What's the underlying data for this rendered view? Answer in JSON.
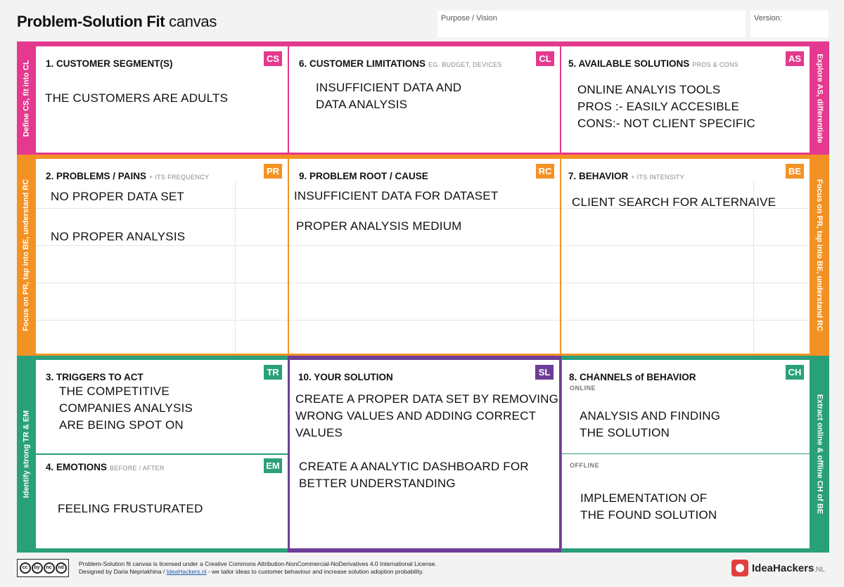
{
  "header": {
    "title_bold": "Problem-Solution Fit",
    "title_thin": "canvas",
    "purpose_label": "Purpose / Vision",
    "version_label": "Version:"
  },
  "side_labels": {
    "define_cs": "Define CS, fit into CL",
    "explore_as": "Explore AS, differentiate",
    "focus_left": "Focus on PR, tap into BE, understand RC",
    "focus_right": "Focus on PR, tap into BE, understand RC",
    "identify": "Identify strong TR & EM",
    "extract": "Extract online & offline CH of BE"
  },
  "sections": {
    "cs": {
      "title": "1. CUSTOMER SEGMENT(S)",
      "hint": "",
      "tag": "CS",
      "content": "THE CUSTOMERS ARE ADULTS"
    },
    "cl": {
      "title": "6. CUSTOMER LIMITATIONS",
      "hint": "EG. BUDGET, DEVICES",
      "tag": "CL",
      "content": "INSUFFICIENT DATA AND\nDATA ANALYSIS"
    },
    "as": {
      "title": "5. AVAILABLE SOLUTIONS",
      "hint": "PROS & CONS",
      "tag": "AS",
      "content": "ONLINE ANALYIS TOOLS\nPROS :- EASILY ACCESIBLE\nCONS:- NOT CLIENT SPECIFIC"
    },
    "pr": {
      "title": "2. PROBLEMS / PAINS",
      "hint": "+ ITS FREQUENCY",
      "tag": "PR",
      "content_1": "NO PROPER DATA SET",
      "content_2": "NO PROPER ANALYSIS"
    },
    "rc": {
      "title": "9. PROBLEM ROOT / CAUSE",
      "hint": "",
      "tag": "RC",
      "content_1": "INSUFFICIENT DATA FOR DATASET",
      "content_2": "PROPER ANALYSIS MEDIUM"
    },
    "be": {
      "title": "7. BEHAVIOR",
      "hint": "+ ITS INTENSITY",
      "tag": "BE",
      "content": "CLIENT SEARCH FOR ALTERNAIVE"
    },
    "tr": {
      "title": "3. TRIGGERS TO ACT",
      "hint": "",
      "tag": "TR",
      "content": "THE COMPETITIVE\nCOMPANIES ANALYSIS\nARE BEING SPOT ON"
    },
    "em": {
      "title": "4. EMOTIONS",
      "hint": "BEFORE / AFTER",
      "tag": "EM",
      "content": "FEELING FRUSTURATED"
    },
    "sl": {
      "title": "10. YOUR SOLUTION",
      "hint": "",
      "tag": "SL",
      "content_1": "CREATE A PROPER DATA SET BY REMOVING\nWRONG VALUES AND ADDING CORRECT\nVALUES",
      "content_2": "CREATE A ANALYTIC DASHBOARD FOR\nBETTER UNDERSTANDING"
    },
    "ch": {
      "title": "8. CHANNELS of BEHAVIOR",
      "hint": "",
      "tag": "CH",
      "online_label": "ONLINE",
      "online_content": "ANALYSIS AND FINDING\nTHE SOLUTION",
      "offline_label": "OFFLINE",
      "offline_content": "IMPLEMENTATION OF\nTHE FOUND SOLUTION"
    }
  },
  "footer": {
    "line1": "Problem-Solution fit canvas is licensed under a Creative Commons Attribution-NonCommercial-NoDerivatives 4.0 International License.",
    "line2_prefix": "Designed by Daria Nepriakhina / ",
    "line2_link": "IdeaHackers.nl",
    "line2_suffix": " - we tailor ideas to customer behaviour and increase solution adoption probability.",
    "cc_icons": [
      "cc",
      "by",
      "nc",
      "nd"
    ],
    "brand_name": "IdeaHackers",
    "brand_suffix": ".NL"
  },
  "colors": {
    "pink": "#e4398e",
    "orange": "#f39224",
    "green": "#2aa07a",
    "purple": "#6d3d97"
  }
}
